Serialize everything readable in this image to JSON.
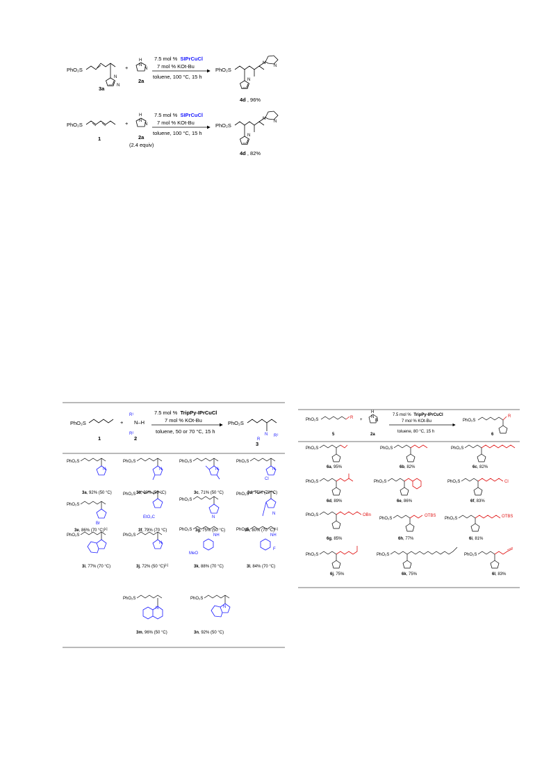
{
  "colors": {
    "blue": "#1a1aff",
    "red": "#e01010",
    "rule": "#444444"
  },
  "scheme1": {
    "reactant": "PhO₂S",
    "reactant_label": "3a",
    "plus": "+",
    "reagent_label": "2a",
    "cond_line1_pre": "7.5 mol %",
    "catalyst": "SIPrCuCl",
    "cond_line2": "7 mol % KOt-Bu",
    "cond_line3": "toluene, 100 °C, 15 h",
    "product": "PhO₂S",
    "product_label": "4d",
    "product_yield": ", 96%"
  },
  "scheme2": {
    "reactant": "PhO₂S",
    "reactant_label": "1",
    "plus": "+",
    "reagent_label": "2a",
    "reagent_equiv": "(2.4 equiv)",
    "cond_line1_pre": "7.5 mol %",
    "catalyst": "SIPrCuCl",
    "cond_line2": "7 mol % KOt-Bu",
    "cond_line3": "toluene, 100 °C, 15 h",
    "product": "PhO₂S",
    "product_label": "4d",
    "product_yield": ", 82%"
  },
  "table_left": {
    "header": {
      "reactant": "PhO₂S",
      "reactant_label": "1",
      "plus": "+",
      "amine_label": "2",
      "r1": "R¹",
      "r2": "R²",
      "nh": "N–H",
      "cond_line1_pre": "7.5 mol %",
      "catalyst": "TripPy-IPrCuCl",
      "cond_line2": "7 mol % KOt-Bu",
      "cond_line3": "toluene, 50 or 70 °C, 15 h",
      "product": "PhO₂S",
      "product_label": "3"
    },
    "items": [
      {
        "label": "3a",
        "yield": ", 92% (50 °C)"
      },
      {
        "label": "3b",
        "yield": ", 90% (50 °C)"
      },
      {
        "label": "3c",
        "yield": ", 71% (50 °C)"
      },
      {
        "label": "3d",
        "yield": ", 75% (70 °C)"
      },
      {
        "label": "3e",
        "yield": ", 86% (70 °C)",
        "sup": "[c]"
      },
      {
        "label": "3f",
        "yield": ", 79% (70 °C)"
      },
      {
        "label": "3g",
        "yield": ", 75% (50 °C)"
      },
      {
        "label": "3h",
        "yield": ", 80% (70 °C)",
        "sup": "[c]"
      },
      {
        "label": "3i",
        "yield": ", 77% (70 °C)"
      },
      {
        "label": "3j",
        "yield": ", 72% (50 °C)",
        "sup": "[c]"
      },
      {
        "label": "3k",
        "yield": ", 88% (70 °C)"
      },
      {
        "label": "3l",
        "yield": ", 84% (70 °C)"
      },
      {
        "label": "3m",
        "yield": ", 96% (50 °C)"
      },
      {
        "label": "3n",
        "yield": ", 92% (50 °C)"
      }
    ],
    "substituents": {
      "cl": "Cl",
      "br": "Br",
      "eto2c": "EtO₂C",
      "meo": "MeO",
      "f": "F",
      "nh": "NH"
    }
  },
  "table_right": {
    "header": {
      "reactant": "PhO₂S",
      "r": "R",
      "reactant_label": "5",
      "plus": "+",
      "reagent_label": "2a",
      "cond_line1_pre": "7.5 mol %",
      "catalyst": "TripPy-IPrCuCl",
      "cond_line2": "7 mol % KOt-Bu",
      "cond_line3": "toluene, 80 °C, 15 h",
      "product": "PhO₂S",
      "product_label": "6"
    },
    "items": [
      {
        "label": "6a",
        "yield": ", 95%"
      },
      {
        "label": "6b",
        "yield": ", 82%"
      },
      {
        "label": "6c",
        "yield": ", 82%"
      },
      {
        "label": "6d",
        "yield": ", 89%"
      },
      {
        "label": "6e",
        "yield": ", 86%"
      },
      {
        "label": "6f",
        "yield": ", 83%"
      },
      {
        "label": "6g",
        "yield": ", 85%"
      },
      {
        "label": "6h",
        "yield": ", 77%"
      },
      {
        "label": "6i",
        "yield": ", 81%"
      },
      {
        "label": "6j",
        "yield": ", 75%"
      },
      {
        "label": "6k",
        "yield": ", 75%"
      },
      {
        "label": "6l",
        "yield": ", 83%"
      }
    ],
    "groups": {
      "cl": "Cl",
      "obn": "OBn",
      "otbs": "OTBS"
    }
  }
}
